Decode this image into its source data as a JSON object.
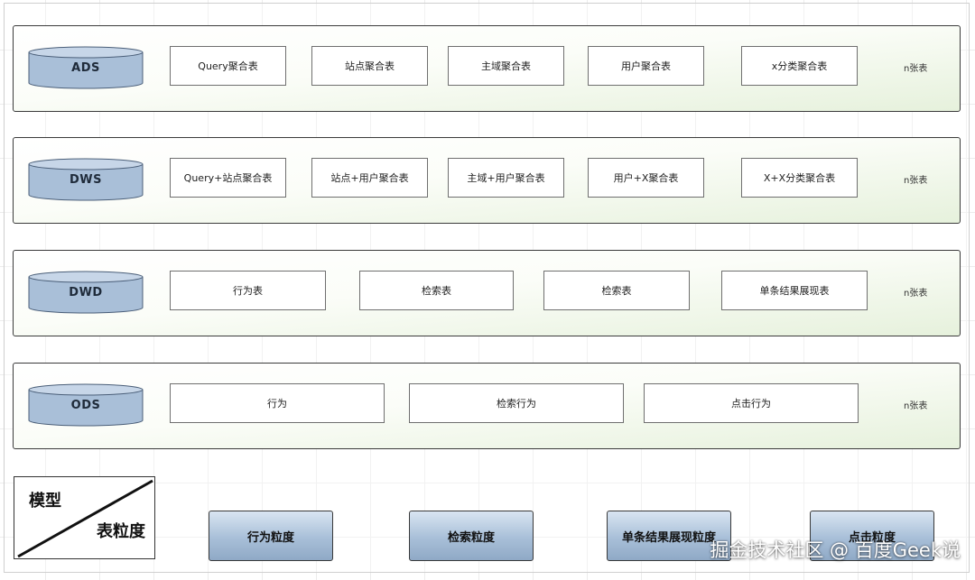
{
  "layers": [
    {
      "name": "ADS",
      "boxes": [
        "Query聚合表",
        "站点聚合表",
        "主域聚合表",
        "用户聚合表",
        "x分类聚合表"
      ],
      "count": "n张表"
    },
    {
      "name": "DWS",
      "boxes": [
        "Query+站点聚合表",
        "站点+用户聚合表",
        "主域+用户聚合表",
        "用户+X聚合表",
        "X+X分类聚合表"
      ],
      "count": "n张表"
    },
    {
      "name": "DWD",
      "boxes": [
        "行为表",
        "检索表",
        "检索表",
        "单条结果展现表"
      ],
      "count": "n张表"
    },
    {
      "name": "ODS",
      "boxes": [
        "行为",
        "检索行为",
        "点击行为"
      ],
      "count": "n张表"
    }
  ],
  "corner": {
    "top_label": "模型",
    "bottom_label": "表粒度"
  },
  "granularity": [
    "行为粒度",
    "检索粒度",
    "单条结果展现粒度",
    "点击粒度"
  ],
  "watermark": "掘金技术社区 @ 百度Geek说",
  "colors": {
    "layer_fill_bottom": "#e6f1dc",
    "db_fill": "#a9bfd8",
    "grain_fill": "#a8bfd8"
  }
}
